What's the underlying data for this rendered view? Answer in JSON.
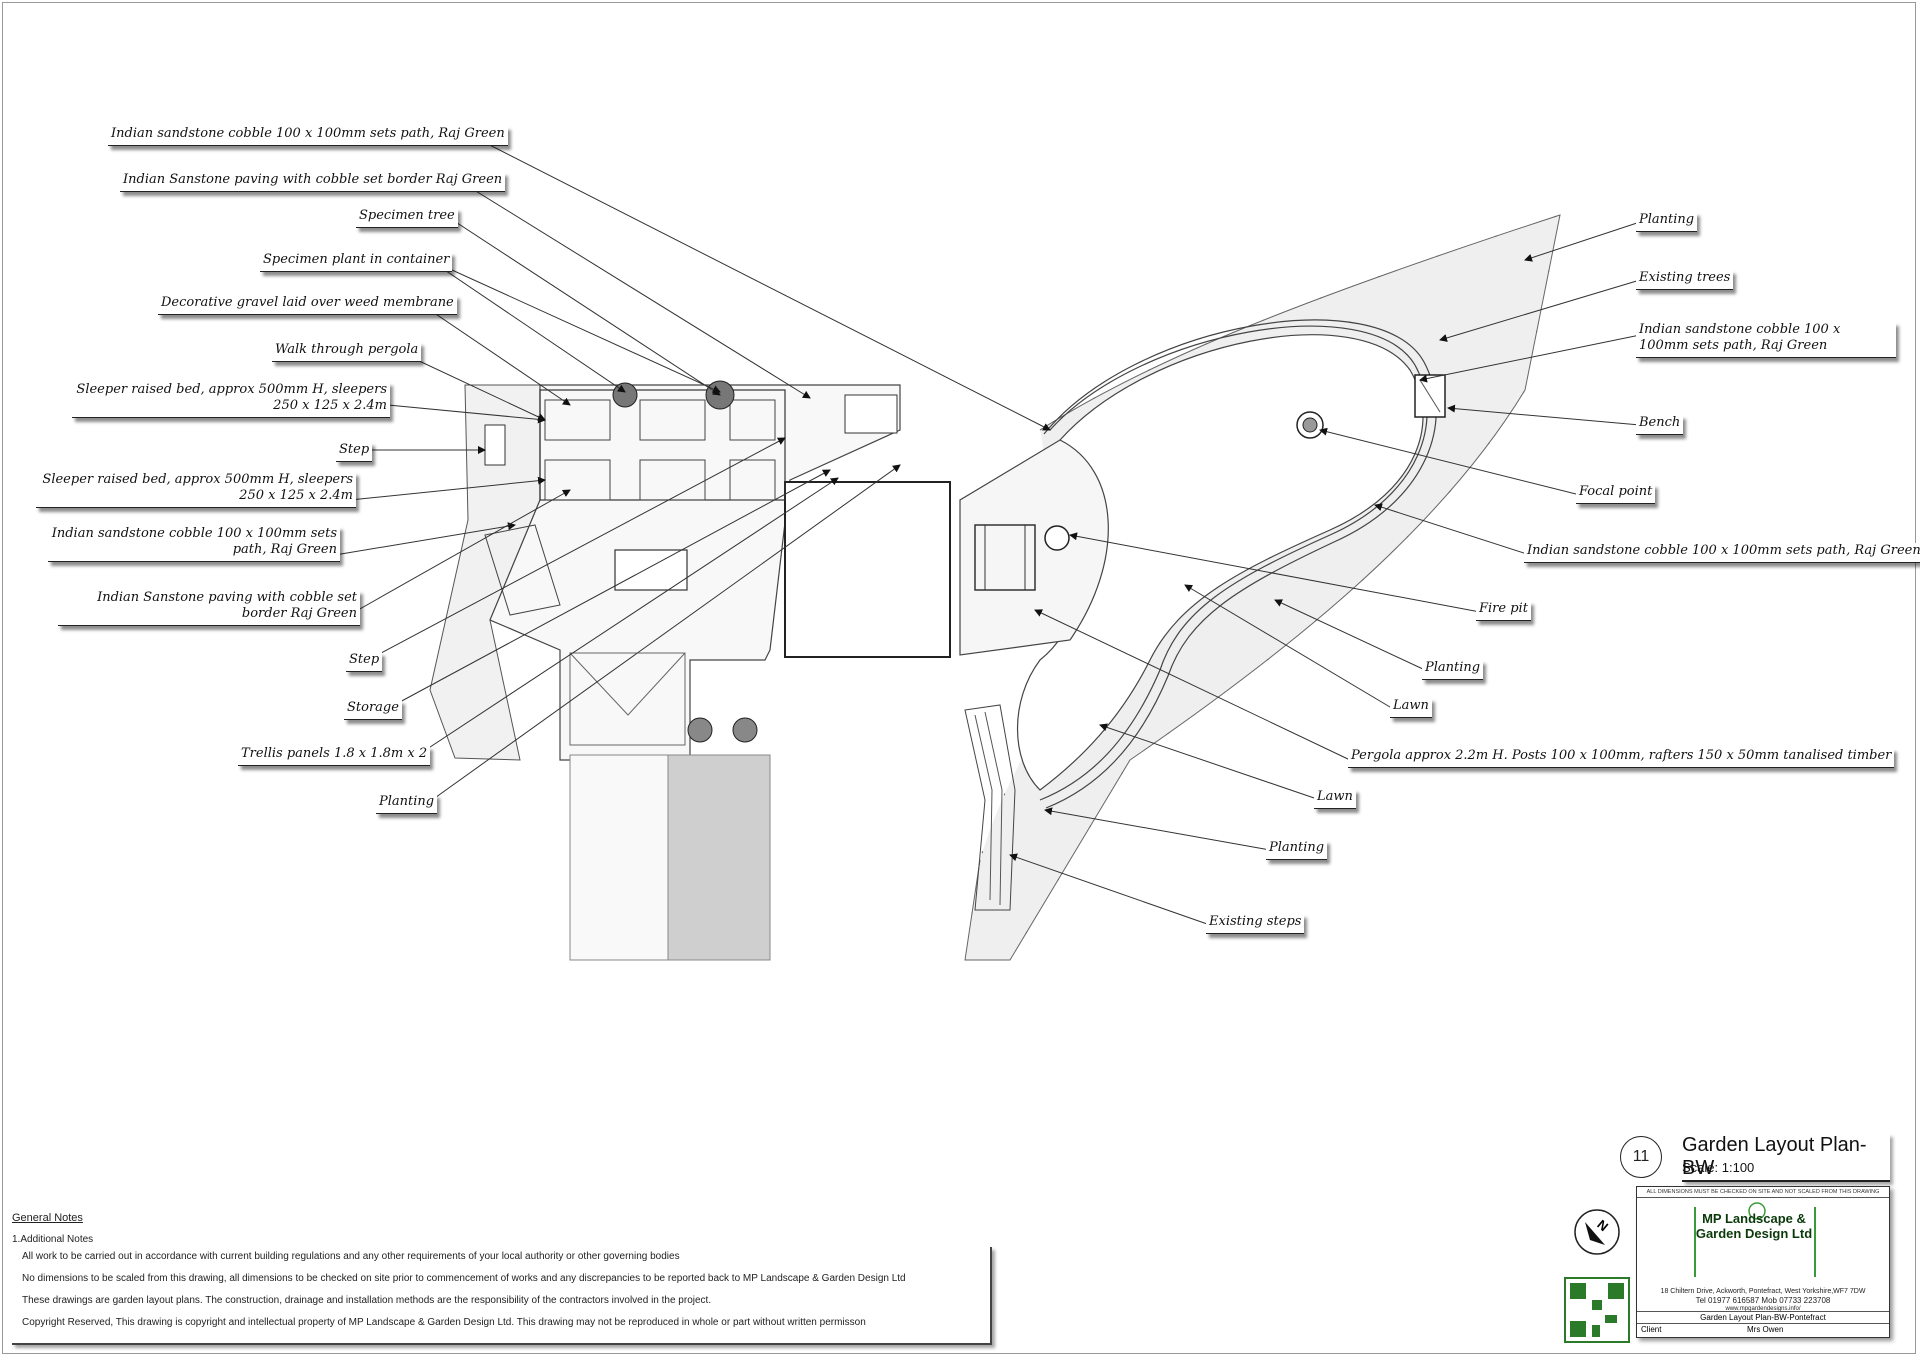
{
  "labels": {
    "sandstone_cobble_path_top": "Indian sandstone cobble 100 x 100mm sets  path, Raj Green",
    "sanstone_paving_border_top": "Indian Sanstone paving with cobble set border Raj Green",
    "specimen_tree": "Specimen tree",
    "specimen_plant_container": "Specimen plant in container",
    "decorative_gravel": "Decorative gravel laid over weed membrane",
    "walk_through_pergola": "Walk through pergola",
    "sleeper_bed_1": "Sleeper raised bed, approx 500mm H, sleepers 250 x 125 x 2.4m",
    "step_1": "Step",
    "sleeper_bed_2": "Sleeper raised bed, approx 500mm H, sleepers 250 x 125 x 2.4m",
    "sandstone_cobble_sets_left": "Indian sandstone cobble 100 x 100mm sets path, Raj Green",
    "sanstone_paving_border_left": "Indian Sanstone paving with cobble set border Raj Green",
    "step_2": "Step",
    "storage": "Storage",
    "trellis_panels": "Trellis panels 1.8 x 1.8m x 2",
    "planting_left": "Planting",
    "planting_top_right": "Planting",
    "existing_trees": "Existing trees",
    "sandstone_cobble_sets_right": "Indian sandstone cobble 100 x 100mm sets path, Raj Green",
    "bench": "Bench",
    "focal_point": "Focal point",
    "sandstone_cobble_path_right": "Indian sandstone cobble 100 x 100mm sets  path, Raj Green",
    "fire_pit": "Fire pit",
    "planting_mid_right": "Planting",
    "lawn_1": "Lawn",
    "pergola": "Pergola approx 2.2m H. Posts 100 x 100mm, rafters 150 x 50mm tanalised timber",
    "lawn_2": "Lawn",
    "planting_low_right": "Planting",
    "existing_steps": "Existing steps"
  },
  "notes": {
    "heading": "General Notes",
    "sub_heading": "1.Additional Notes",
    "items": [
      "All work to be carried out in accordance with current building regulations and any other requirements of your local authority or other governing bodies",
      "No dimensions to be scaled from this drawing, all dimensions to be checked on site prior to commencement of works and any discrepancies to be reported back to MP Landscape & Garden Design Ltd",
      "These drawings are garden layout plans. The construction, drainage and installation methods are the responsibility of the contractors involved in the project.",
      "Copyright Reserved, This drawing is copyright and intellectual property of MP Landscape & Garden Design Ltd. This drawing may not be reproduced in whole or part without written permisson"
    ]
  },
  "title_block": {
    "sheet_number": "11",
    "title": "Garden Layout Plan-BW",
    "scale": "Scale: 1:100",
    "warning": "ALL DIMENSIONS MUST BE CHECKED ON SITE AND NOT SCALED FROM THIS DRAWING",
    "company": "MP Landscape & Garden Design Ltd",
    "address": "18 Chiltern Drive, Ackworth, Pontefract, West Yorkshire,WF7 7DW",
    "phone": "Tel 01977 616587  Mob 07733 223708",
    "website": "www.mpgardendesigns.info/",
    "drawing_name": "Garden Layout Plan-BW-Pontefract",
    "client_label": "Client",
    "client_name": "Mrs Owen",
    "north_letter": "N"
  },
  "colors": {
    "line": "#333333",
    "fill_planting": "#efefef",
    "fill_paving": "#f7f7f7",
    "fill_dark": "#cfcfcf",
    "company_green": "#0a3a0a"
  }
}
